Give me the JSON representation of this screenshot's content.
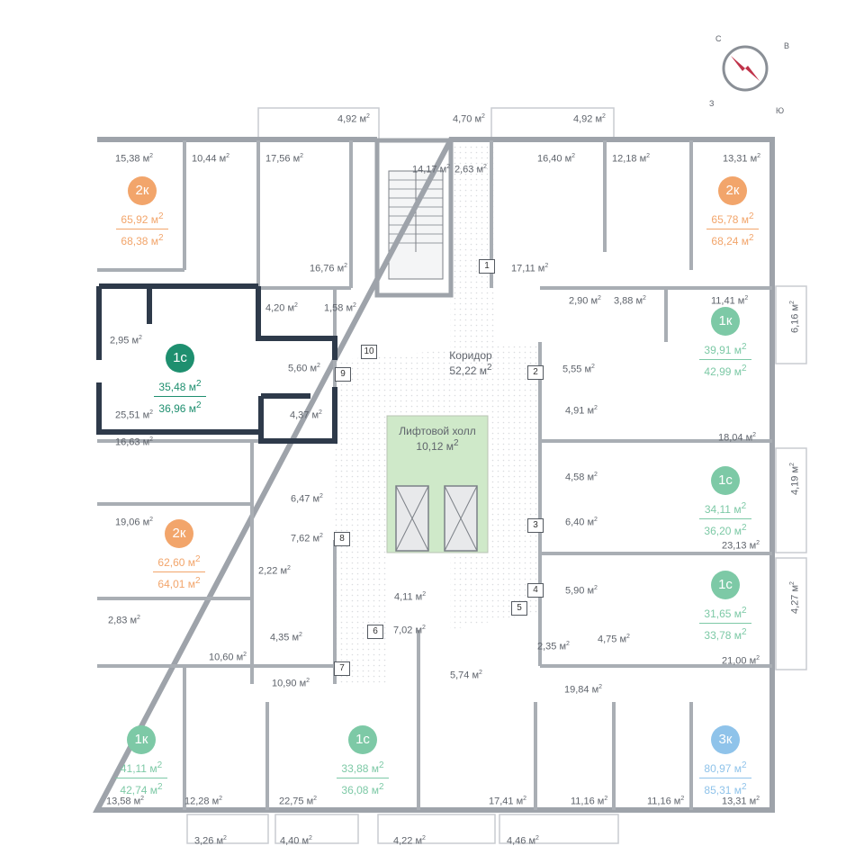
{
  "unit": "м",
  "compass": {
    "n": "С",
    "e": "В",
    "s": "Ю",
    "w": "З"
  },
  "corridor": {
    "label": "Коридор",
    "area": "52,22"
  },
  "lift_hall": {
    "label": "Лифтовой холл",
    "area": "10,12"
  },
  "apartments": {
    "a2k_nw": {
      "type": "2к",
      "area_living": "65,92",
      "area_total": "68,38",
      "color": "#f2a56b"
    },
    "a2k_ne": {
      "type": "2к",
      "area_living": "65,78",
      "area_total": "68,24",
      "color": "#f2a56b"
    },
    "a1c_sel": {
      "type": "1с",
      "area_living": "35,48",
      "area_total": "36,96",
      "color": "#1e8f6f"
    },
    "a1k_e": {
      "type": "1к",
      "area_living": "39,91",
      "area_total": "42,99",
      "color": "#7dc9a6"
    },
    "a1c_e1": {
      "type": "1с",
      "area_living": "34,11",
      "area_total": "36,20",
      "color": "#7dc9a6"
    },
    "a2k_w": {
      "type": "2к",
      "area_living": "62,60",
      "area_total": "64,01",
      "color": "#f2a56b"
    },
    "a1c_e2": {
      "type": "1с",
      "area_living": "31,65",
      "area_total": "33,78",
      "color": "#7dc9a6"
    },
    "a1k_sw": {
      "type": "1к",
      "area_living": "41,11",
      "area_total": "42,74",
      "color": "#7dc9a6"
    },
    "a1c_s": {
      "type": "1с",
      "area_living": "33,88",
      "area_total": "36,08",
      "color": "#7dc9a6"
    },
    "a3k_se": {
      "type": "3к",
      "area_living": "80,97",
      "area_total": "85,31",
      "color": "#8fc3ea"
    }
  },
  "room_areas": [
    "4,92",
    "4,70",
    "4,92",
    "15,38",
    "10,44",
    "17,56",
    "14,17",
    "2,63",
    "16,40",
    "12,18",
    "13,31",
    "16,76",
    "17,11",
    "2,90",
    "3,88",
    "11,41",
    "6,16",
    "4,20",
    "1,58",
    "2,95",
    "5,60",
    "4,37",
    "25,51",
    "5,55",
    "4,91",
    "18,04",
    "16,63",
    "4,58",
    "4,19",
    "6,47",
    "6,40",
    "19,06",
    "7,62",
    "23,13",
    "2,22",
    "5,90",
    "4,27",
    "4,11",
    "2,83",
    "2,35",
    "4,75",
    "4,35",
    "7,02",
    "10,60",
    "5,74",
    "21,00",
    "10,90",
    "19,84",
    "13,58",
    "12,28",
    "22,75",
    "17,41",
    "11,16",
    "11,16",
    "13,31",
    "3,26",
    "4,40",
    "4,22",
    "4,46"
  ],
  "stair_numbers": [
    "1",
    "2",
    "3",
    "4",
    "5",
    "6",
    "7",
    "8",
    "9",
    "10"
  ]
}
